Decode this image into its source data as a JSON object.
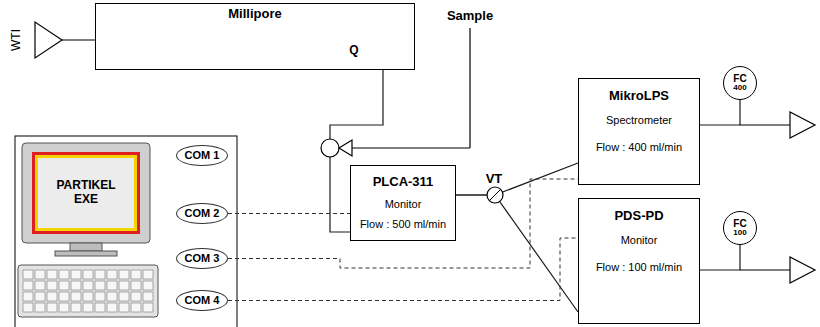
{
  "diagram": {
    "nodes": [
      {
        "text": [
          "Millipore"
        ]
      },
      {
        "text": [
          "PARTIKEL EXE"
        ]
      },
      {
        "text": [
          "COM 1"
        ]
      },
      {
        "text": [
          "COM 2"
        ]
      },
      {
        "text": [
          "COM 3"
        ]
      },
      {
        "text": [
          "COM 4"
        ]
      },
      {
        "text": [
          "PLCA-311",
          "Monitor",
          "Flow : 500 ml/min"
        ]
      },
      {
        "text": [
          "MikroLPS",
          "Spectrometer",
          "Flow : 400 ml/min"
        ]
      },
      {
        "text": [
          "PDS-PD",
          "Monitor",
          "Flow : 100 ml/min"
        ]
      },
      {
        "text": [
          "FC",
          "400"
        ]
      },
      {
        "text": [
          "FC",
          "100"
        ]
      }
    ],
    "edges": [
      {
        "from": 0,
        "to": 6,
        "arrow": "none"
      },
      {
        "from": 3,
        "to": 6,
        "arrow": "none"
      },
      {
        "from": 6,
        "to": 7,
        "arrow": "none"
      },
      {
        "from": 6,
        "to": 8,
        "arrow": "none"
      },
      {
        "from": 4,
        "to": 7,
        "arrow": "none"
      },
      {
        "from": 5,
        "to": 8,
        "arrow": "none"
      },
      {
        "from": 7,
        "to": 9,
        "arrow": "none"
      },
      {
        "from": 8,
        "to": 10,
        "arrow": "none"
      }
    ],
    "labels": [
      "WTI",
      "Q",
      "Sample",
      "VT"
    ]
  }
}
